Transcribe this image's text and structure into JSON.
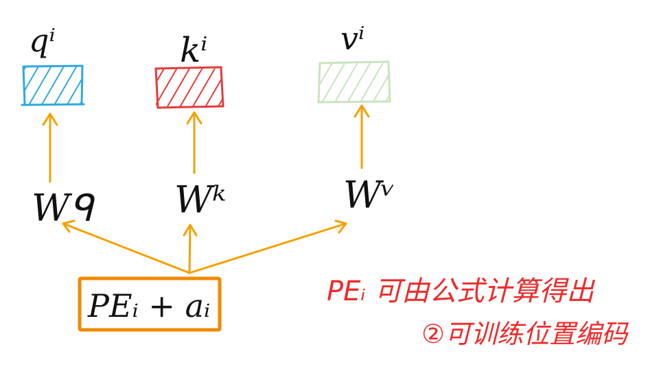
{
  "colors": {
    "arrow": "#f5a000",
    "q": "#2ea8e0",
    "k": "#e53a3a",
    "v": "#c9e3bf",
    "input_box": "#f08a00",
    "note": "#ee2a2a",
    "ink": "#111111"
  },
  "vectors": {
    "q": "qⁱ",
    "k": "kⁱ",
    "v": "vⁱ"
  },
  "weights": {
    "q": "Wᑫ",
    "k": "Wᵏ",
    "v": "Wᵛ"
  },
  "input_label": "PEᵢ + aᵢ",
  "note": {
    "line1": "PEᵢ 可由公式计算得出",
    "line2": "②可训练位置编码"
  }
}
